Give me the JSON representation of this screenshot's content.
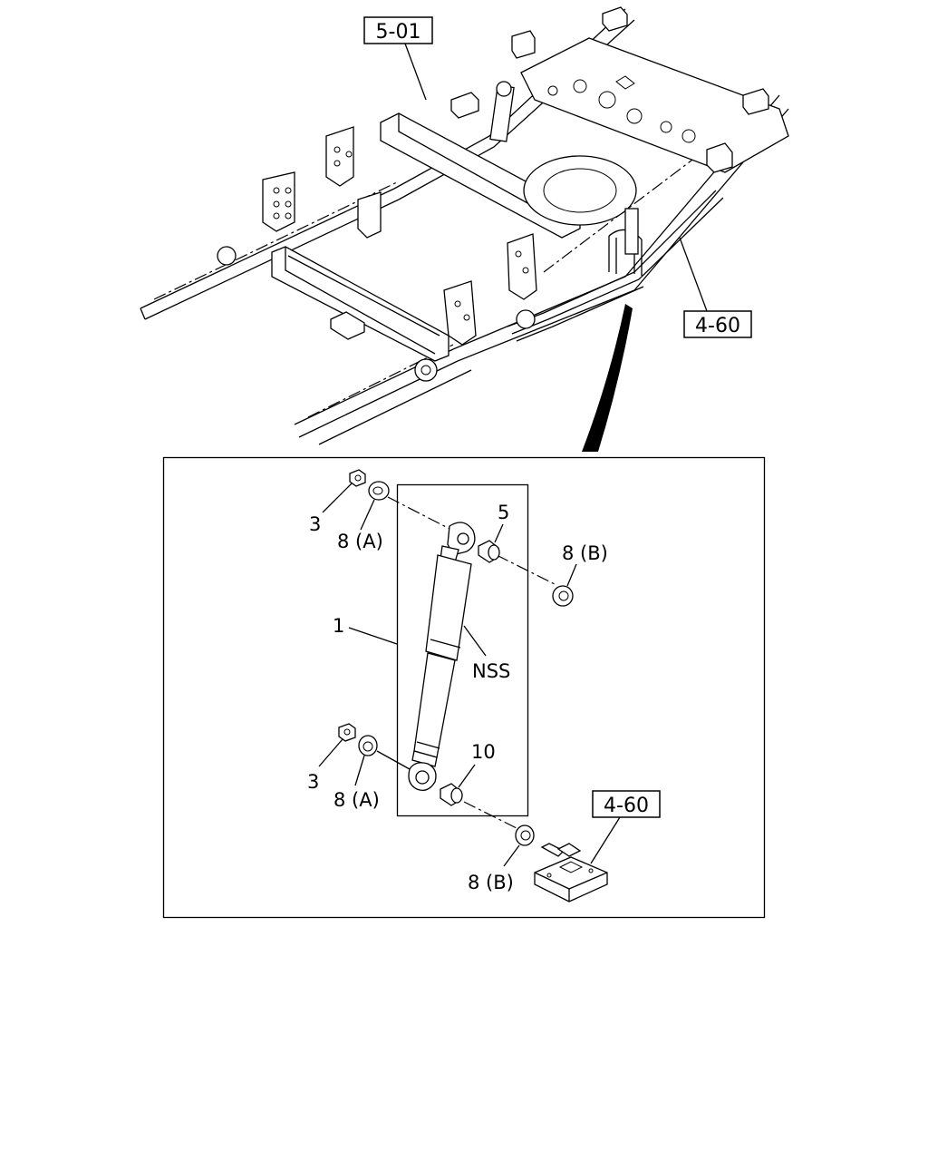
{
  "references": {
    "frame": "5-01",
    "spring_top": "4-60",
    "spring_bottom": "4-60"
  },
  "callouts": {
    "nut_upper": "3",
    "washer_a_upper": "8 (A)",
    "bushing_upper": "5",
    "washer_b_upper": "8 (B)",
    "shock_absorber": "1",
    "nss": "NSS",
    "nut_lower": "3",
    "washer_a_lower": "8 (A)",
    "bushing_lower": "10",
    "washer_b_lower": "8 (B)"
  },
  "colors": {
    "line": "#000000",
    "background": "#ffffff"
  }
}
